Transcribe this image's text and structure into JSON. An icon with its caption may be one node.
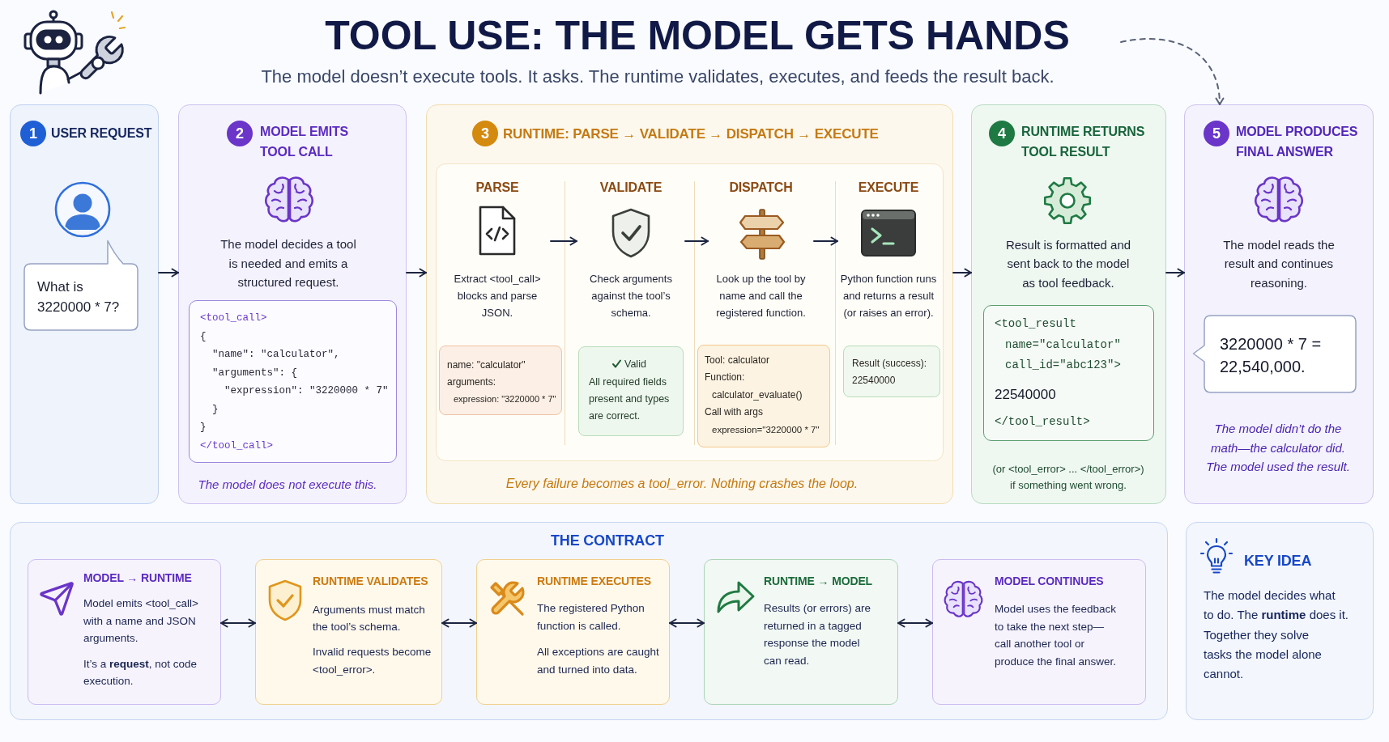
{
  "diagram": {
    "title": "TOOL USE: THE MODEL GETS HANDS",
    "nodes": [
      {
        "text": [
          "USER REQUEST"
        ]
      },
      {
        "text": [
          "1"
        ],
        "in": 0
      },
      {
        "text": [
          "What is 3220000 * 7?"
        ],
        "in": 0
      },
      {
        "text": [
          "MODEL EMITS TOOL CALL",
          "The model decides a tool is needed and emits a structured request.",
          "The model does not execute this."
        ]
      },
      {
        "text": [
          "2"
        ],
        "in": 3
      },
      {
        "text": [
          "<tool_call>",
          "{",
          "\"name\": \"calculator\",",
          "\"arguments\": {",
          "\"expression\": \"3220000 * 7\"",
          "}",
          "}",
          "</tool_call>"
        ],
        "in": 3
      },
      {
        "text": [
          "RUNTIME: PARSE → VALIDATE → DISPATCH → EXECUTE",
          "Every failure becomes a tool_error. Nothing crashes the loop."
        ]
      },
      {
        "text": [
          "3"
        ],
        "in": 6
      },
      {
        "text": [],
        "shape": "box",
        "in": 6
      },
      {
        "text": [
          "PARSE",
          "Extract <tool_call> blocks and parse JSON."
        ],
        "in": 8
      },
      {
        "text": [
          "name: \"calculator\"",
          "arguments:",
          "expression: \"3220000 * 7\""
        ],
        "in": 8
      },
      {
        "text": [
          "VALIDATE",
          "Check arguments against the tool’s schema."
        ],
        "in": 8
      },
      {
        "text": [
          "Valid",
          "All required fields present and types are correct."
        ],
        "in": 8
      },
      {
        "text": [
          "DISPATCH",
          "Look up the tool by name and call the registered function."
        ],
        "in": 8
      },
      {
        "text": [
          "Tool: calculator",
          "Function:",
          "calculator_evaluate()",
          "Call with args",
          "expression=\"3220000 * 7\""
        ],
        "in": 8
      },
      {
        "text": [
          "EXECUTE",
          "Python function runs and returns a result (or raises an error)."
        ],
        "in": 8
      },
      {
        "text": [
          "Result (success):",
          "22540000"
        ],
        "in": 8
      },
      {
        "text": [
          "RUNTIME RETURNS TOOL RESULT",
          "Result is formatted and sent back to the model as tool feedback.",
          "(or <tool_error> ... </tool_error>) if something went wrong."
        ]
      },
      {
        "text": [
          "4"
        ],
        "in": 17
      },
      {
        "text": [
          "<tool_result",
          "name=\"calculator\"",
          "call_id=\"abc123\">",
          "22540000",
          "</tool_result>"
        ],
        "in": 17
      },
      {
        "text": [
          "MODEL PRODUCES FINAL ANSWER",
          "The model reads the result and continues reasoning.",
          "The model didn’t do the math—the calculator did. The model used the result."
        ]
      },
      {
        "text": [
          "5"
        ],
        "in": 20
      },
      {
        "text": [
          "3220000 * 7 = 22,540,000."
        ],
        "in": 20
      },
      {
        "text": [
          "THE CONTRACT"
        ]
      },
      {
        "text": [
          "MODEL → RUNTIME",
          "Model emits <tool_call> with a name and JSON arguments.",
          "It’s a **request**, not code execution."
        ],
        "in": 23
      },
      {
        "text": [
          "RUNTIME VALIDATES",
          "Arguments must match the tool’s schema.",
          "Invalid requests become <tool_error>."
        ],
        "in": 23
      },
      {
        "text": [
          "RUNTIME EXECUTES",
          "The registered Python function is called.",
          "All exceptions are caught and turned into data."
        ],
        "in": 23
      },
      {
        "text": [
          "RUNTIME → MODEL",
          "Results (or errors) are returned in a tagged response the model can read."
        ],
        "in": 23
      },
      {
        "text": [
          "MODEL CONTINUES",
          "Model uses the feedback to take the next step—call another tool or produce the final answer."
        ],
        "in": 23
      },
      {
        "text": [
          "KEY IDEA",
          "The model decides what to do. The **runtime** does it. Together they solve tasks the model alone cannot."
        ]
      }
    ],
    "edges": [
      {
        "from": 0,
        "to": 3,
        "arrow": "to"
      },
      {
        "from": 3,
        "to": 6,
        "arrow": "to"
      },
      {
        "from": 6,
        "to": 17,
        "arrow": "to"
      },
      {
        "from": 17,
        "to": 20,
        "arrow": "to"
      },
      {
        "from": 9,
        "to": 11,
        "arrow": "to"
      },
      {
        "from": 11,
        "to": 13,
        "arrow": "to"
      },
      {
        "from": 13,
        "to": 15,
        "arrow": "to"
      },
      {
        "from": 24,
        "to": 25,
        "arrow": "both"
      },
      {
        "from": 25,
        "to": 26,
        "arrow": "both"
      },
      {
        "from": 26,
        "to": 27,
        "arrow": "both"
      },
      {
        "from": 27,
        "to": 28,
        "arrow": "both"
      },
      {
        "from": null,
        "to": 20,
        "arrow": "to",
        "style": "dashed",
        "color": "#5a6378"
      }
    ],
    "labels": [
      "The model doesn’t execute tools. It asks. The runtime validates, executes, and feeds the result back."
    ]
  }
}
